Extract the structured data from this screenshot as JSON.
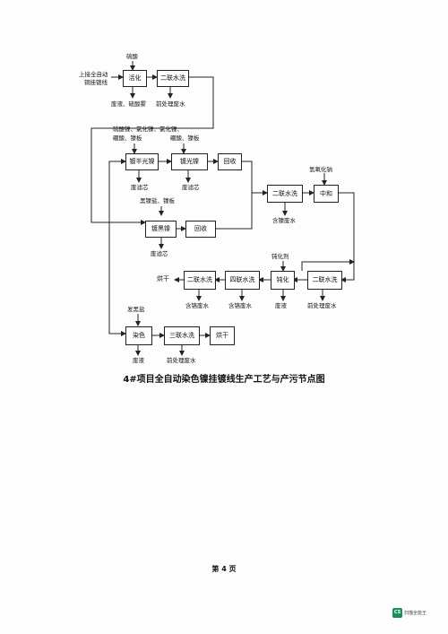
{
  "inputs": {
    "sulfuric_acid": "硫酸",
    "upstream_line": [
      "上接全自动",
      "铜挂镀线"
    ],
    "bright_semi_chems": [
      "硫酸镍、氯化镍、氯化镍、",
      "硼酸、镍板"
    ],
    "bright_chems": [
      "硼酸、镍板"
    ],
    "black_chems": "黑镍盐、镍板",
    "naoh": "氢氧化钠",
    "passivator": "钝化剂",
    "color_salt": "发黑盐"
  },
  "boxes": {
    "activation": "活化",
    "rinse2_a": "二联水洗",
    "semi_bright_ni": "镀半光镍",
    "bright_ni": "镀光镍",
    "recover_1": "回收",
    "black_ni": "镀黑镍",
    "recover_2": "回收",
    "rinse2_b": "二联水洗",
    "neutralize": "中和",
    "rinse2_c": "二联水洗",
    "passivate": "钝化",
    "rinse4": "四联水洗",
    "rinse2_d": "二联水洗",
    "dry_1": "烘干",
    "dyeing": "染色",
    "rinse3": "三联水洗",
    "dry_2": "烘干"
  },
  "outputs": {
    "activation_waste": "废液、硫酸雾",
    "pretreat_ww_1": "前处理废水",
    "filter_1": "废滤芯",
    "filter_2": "废滤芯",
    "filter_3": "废滤芯",
    "ni_ww": "含镍废水",
    "pretreat_ww_2": "前处理废水",
    "passivate_waste": "废液",
    "cr_ww_1": "含铬废水",
    "cr_ww_2": "含铬废水",
    "dye_waste": "废液",
    "pretreat_ww_3": "前处理废水"
  },
  "caption": "4#项目全自动染色镍挂镀线生产工艺与产污节点图",
  "page_number": "第 4 页",
  "scanner_mark": "扫描全能王",
  "scanner_logo": "CS"
}
